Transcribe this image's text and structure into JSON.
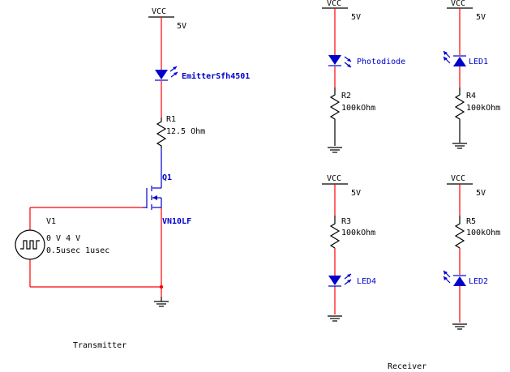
{
  "vcc": {
    "symbol_label": "VCC",
    "voltage": "5V"
  },
  "transmitter": {
    "section_label": "Transmitter",
    "emitter": {
      "label": "EmitterSfh4501"
    },
    "r1": {
      "ref": "R1",
      "value": "12.5 Ohm"
    },
    "q1": {
      "ref": "Q1",
      "model": "VN10LF"
    },
    "v1": {
      "ref": "V1",
      "levels": "0 V 4 V",
      "timing": "0.5usec 1usec"
    }
  },
  "receiver": {
    "section_label": "Receiver",
    "photodiode": {
      "label": "Photodiode",
      "resistor_ref": "R2",
      "resistor_value": "100kOhm"
    },
    "led1": {
      "label": "LED1",
      "resistor_ref": "R4",
      "resistor_value": "100kOhm"
    },
    "led4": {
      "label": "LED4",
      "resistor_ref": "R3",
      "resistor_value": "100kOhm"
    },
    "led2": {
      "label": "LED2",
      "resistor_ref": "R5",
      "resistor_value": "100kOhm"
    }
  },
  "colors": {
    "wire_red": "#ff0000",
    "wire_black": "#000000",
    "component_blue": "#0000cc",
    "background": "#ffffff"
  }
}
